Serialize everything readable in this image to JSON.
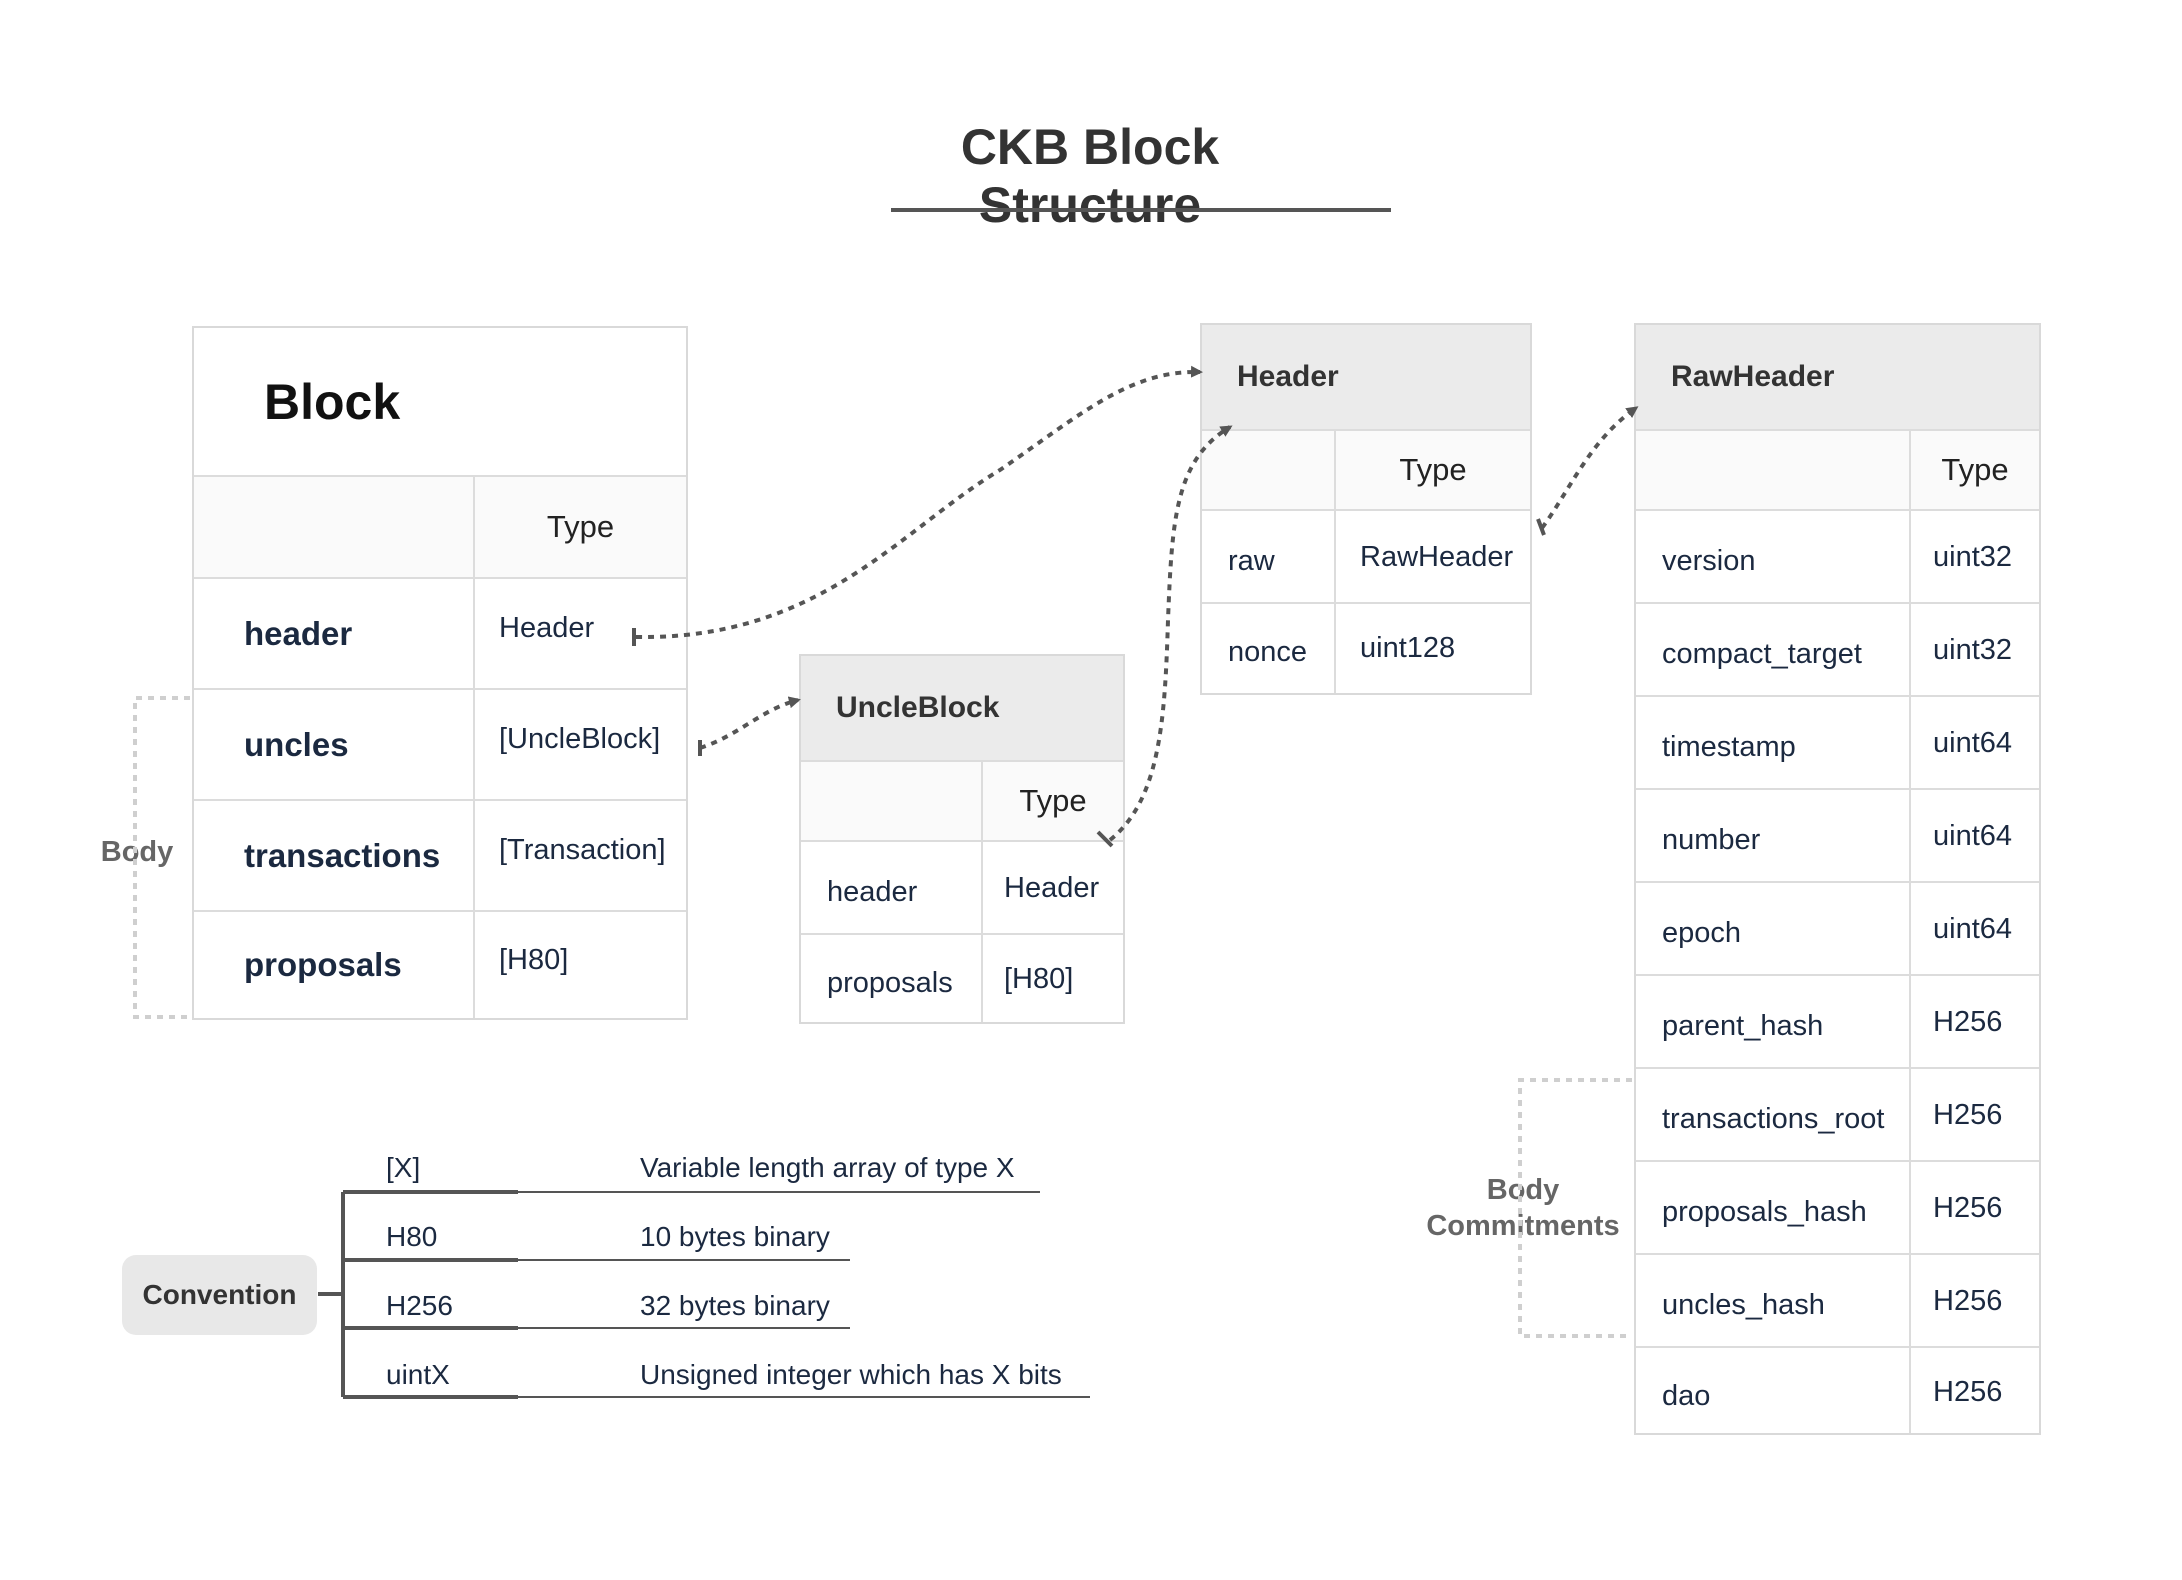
{
  "title": "CKB Block Structure",
  "type_header": "Type",
  "block": {
    "title": "Block",
    "rows": [
      {
        "name": "header",
        "type": "Header"
      },
      {
        "name": "uncles",
        "type": "[UncleBlock]"
      },
      {
        "name": "transactions",
        "type": "[Transaction]"
      },
      {
        "name": "proposals",
        "type": "[H80]"
      }
    ],
    "group_label": "Body"
  },
  "uncle_block": {
    "title": "UncleBlock",
    "rows": [
      {
        "name": "header",
        "type": "Header"
      },
      {
        "name": "proposals",
        "type": "[H80]"
      }
    ]
  },
  "header": {
    "title": "Header",
    "rows": [
      {
        "name": "raw",
        "type": "RawHeader"
      },
      {
        "name": "nonce",
        "type": "uint128"
      }
    ]
  },
  "raw_header": {
    "title": "RawHeader",
    "rows": [
      {
        "name": "version",
        "type": "uint32"
      },
      {
        "name": "compact_target",
        "type": "uint32"
      },
      {
        "name": "timestamp",
        "type": "uint64"
      },
      {
        "name": "number",
        "type": "uint64"
      },
      {
        "name": "epoch",
        "type": "uint64"
      },
      {
        "name": "parent_hash",
        "type": "H256"
      },
      {
        "name": "transactions_root",
        "type": "H256"
      },
      {
        "name": "proposals_hash",
        "type": "H256"
      },
      {
        "name": "uncles_hash",
        "type": "H256"
      },
      {
        "name": "dao",
        "type": "H256"
      }
    ],
    "group_label_line1": "Body",
    "group_label_line2": "Commitments"
  },
  "convention": {
    "label": "Convention",
    "items": [
      {
        "key": "[X]",
        "desc": "Variable length array of type X"
      },
      {
        "key": "H80",
        "desc": "10 bytes binary"
      },
      {
        "key": "H256",
        "desc": "32 bytes binary"
      },
      {
        "key": "uintX",
        "desc": "Unsigned integer which has X bits"
      }
    ]
  },
  "colors": {
    "header_fill": "#ebebeb",
    "border": "#d9d9d9",
    "arrow": "#555555",
    "group_bracket": "#cfcfcf"
  }
}
